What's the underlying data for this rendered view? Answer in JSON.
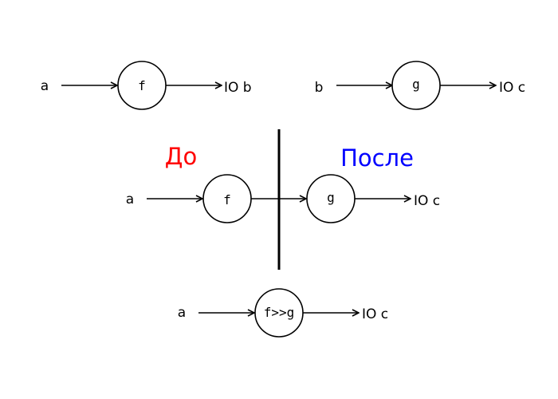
{
  "top_left": {
    "input": "a",
    "function": "f",
    "output": "IO b"
  },
  "top_right": {
    "input": "b",
    "function": "g",
    "output": "IO c"
  },
  "middle": {
    "before_label": "До",
    "after_label": "После",
    "input": "a",
    "function_f": "f",
    "function_g": "g",
    "output": "IO c"
  },
  "bottom": {
    "input": "a",
    "function": "f>>g",
    "output": "IO c"
  },
  "colors": {
    "before": "#ff0000",
    "after": "#0000ff"
  }
}
